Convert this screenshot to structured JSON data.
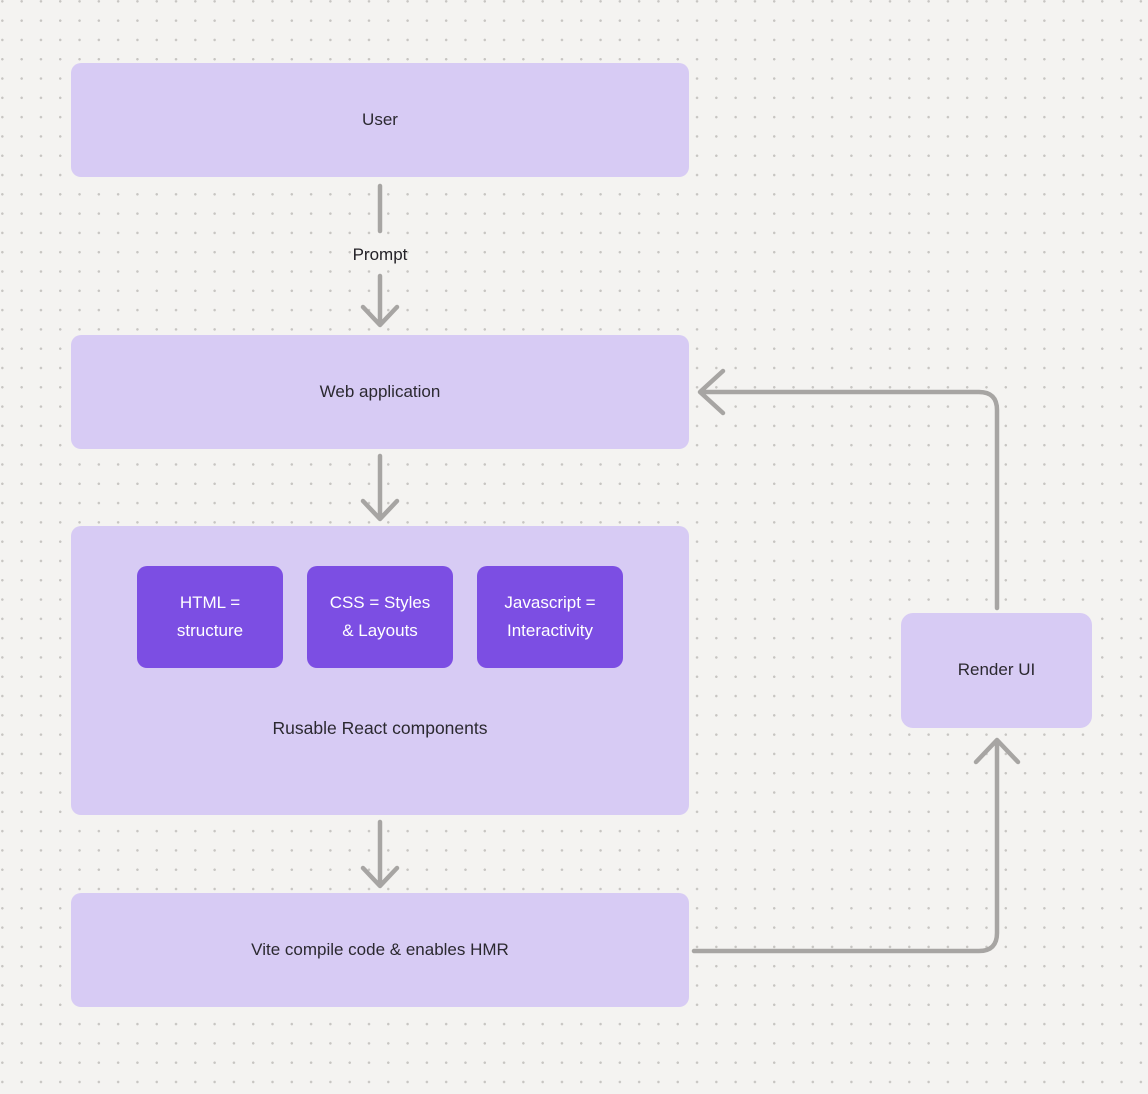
{
  "colors": {
    "background": "#f4f3f1",
    "dot": "#c7c5c2",
    "box_light": "#d7cbf4",
    "box_accent": "#7c4ee3",
    "box_text": "#2b2930",
    "accent_text": "#ffffff",
    "connector": "#a7a5a3"
  },
  "nodes": {
    "user": {
      "label": "User"
    },
    "web_application": {
      "label": "Web application"
    },
    "components_group": {
      "label": "Rusable React components"
    },
    "component_html": {
      "lines": [
        "HTML =",
        "structure"
      ]
    },
    "component_css": {
      "lines": [
        "CSS = Styles",
        "& Layouts"
      ]
    },
    "component_js": {
      "lines": [
        "Javascript =",
        "Interactivity"
      ]
    },
    "vite": {
      "label": "Vite compile code & enables HMR"
    },
    "render_ui": {
      "label": "Render UI"
    }
  },
  "edges": {
    "user_to_webapp_label": "Prompt"
  }
}
